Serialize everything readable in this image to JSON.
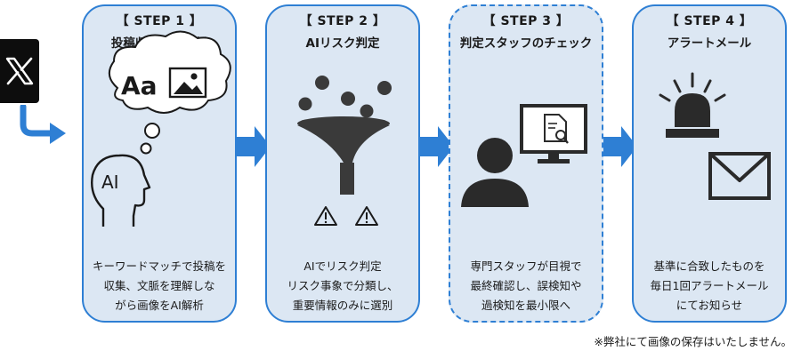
{
  "steps": [
    {
      "step_label": "【 STEP 1 】",
      "title": "投稿収集&AI解析",
      "illustration_text": {
        "text_icon": "Aa",
        "head_label": "AI"
      },
      "icons": [
        "text-icon",
        "image-icon",
        "thought-bubble-icon",
        "head-silhouette-icon"
      ],
      "desc": [
        "キーワードマッチで投稿を",
        "収集、文脈を理解しな",
        "がら画像をAI解析"
      ]
    },
    {
      "step_label": "【 STEP 2 】",
      "title": "AIリスク判定",
      "icons": [
        "funnel-icon",
        "warning-icon"
      ],
      "desc": [
        "AIでリスク判定",
        "リスク事象で分類し、",
        "重要情報のみに選別"
      ]
    },
    {
      "step_label": "【 STEP 3 】",
      "title": "判定スタッフのチェック",
      "icons": [
        "person-icon",
        "monitor-icon",
        "document-search-icon"
      ],
      "desc": [
        "専門スタッフが目視で",
        "最終確認し、誤検知や",
        "過検知を最小限へ"
      ]
    },
    {
      "step_label": "【 STEP 4 】",
      "title": "アラートメール",
      "icons": [
        "alarm-light-icon",
        "envelope-icon"
      ],
      "desc": [
        "基準に合致したものを",
        "毎日1回アラートメール",
        "にてお知らせ"
      ]
    }
  ],
  "footnote": "※弊社にて画像の保存はいたしません。",
  "colors": {
    "card_fill": "#dce7f3",
    "card_border": "#2e7fd4",
    "arrow": "#2e7fd4",
    "icon": "#1a1a1a"
  }
}
